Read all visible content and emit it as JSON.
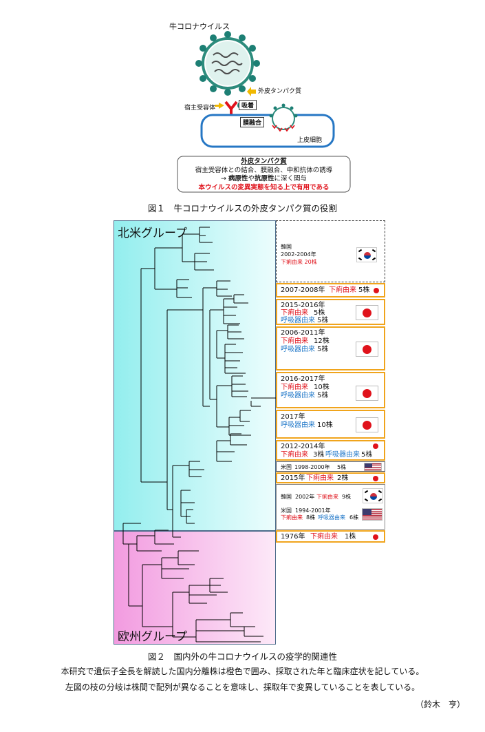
{
  "figure1": {
    "virus_title": "牛コロナウイルス",
    "spike_label": "外皮タンパク質",
    "receptor_label": "宿主受容体",
    "attach_label": "吸着",
    "fusion_label": "膜融合",
    "cell_label": "上皮細胞",
    "info_title": "外皮タンパク質",
    "info_line1": "宿主受容体との結合、膜融合、中和抗体の誘導",
    "info_line2_arrow": "→",
    "info_line2_bold1": "病原性",
    "info_line2_mid": "や",
    "info_line2_bold2": "抗原性",
    "info_line2_end": "に深く関与",
    "info_line3": "本ウイルスの変異実態を知る上で有用である",
    "caption": "図１　牛コロナウイルスの外皮タンパク質の役割"
  },
  "figure2": {
    "north_america_label": "北米グループ",
    "europe_label": "欧州グループ",
    "korea_top": {
      "country": "韓国",
      "years": "2002-2004年",
      "source": "下痢由来 20株",
      "flag": "korea-flag"
    },
    "boxes": [
      {
        "years": "2007-2008年",
        "d_label": "下痢由来",
        "d_count": "5株"
      },
      {
        "years": "2015-2016年",
        "d_label": "下痢由来",
        "d_count": "5株",
        "r_label": "呼吸器由来",
        "r_count": "5株"
      },
      {
        "years": "2006-2011年",
        "d_label": "下痢由来",
        "d_count": "12株",
        "r_label": "呼吸器由来",
        "r_count": "5株"
      },
      {
        "years": "2016-2017年",
        "d_label": "下痢由来",
        "d_count": "10株",
        "r_label": "呼吸器由来",
        "r_count": "5株"
      },
      {
        "years": "2017年",
        "r_label": "呼吸器由来",
        "r_count": "10株"
      },
      {
        "years": "2012-2014年",
        "d_label": "下痢由来",
        "d_count": "3株",
        "r_label": "呼吸器由来",
        "r_count": "5株"
      },
      {
        "years": "2015年",
        "d_label": "下痢由来",
        "d_count": "2株"
      },
      {
        "years": "1976年",
        "d_label": "下痢由来",
        "d_count": "1株"
      }
    ],
    "us_1998": {
      "country": "米国",
      "years": "1998-2000年",
      "count": "5株"
    },
    "mixed": {
      "korea_country": "韓国",
      "korea_years": "2002年",
      "korea_source": "下痢由来",
      "korea_count": "9株",
      "us_country": "米国",
      "us_years": "1994-2001年",
      "us_d_label": "下痢由来",
      "us_d_count": "8株",
      "us_r_label": "呼吸器由来",
      "us_r_count": "6株"
    },
    "caption": "図２　国内外の牛コロナウイルスの疫学的関連性",
    "note1": "本研究で遺伝子全長を解読した国内分離株は橙色で囲み、採取された年と臨床症状を記している。",
    "note2": "左図の枝の分岐は株間で配列が異なることを意味し、採取年で変異していることを表している。",
    "author": "（鈴木　亨）"
  },
  "colors": {
    "north_america_bg": "#a6f0f0",
    "europe_bg": "#f4a8e2",
    "highlight_border": "#f0a41c",
    "diarrhea_text": "#e0121b",
    "respiratory_text": "#1f77c8",
    "cell_membrane": "#2677c4",
    "virus_spike": "#1d8b7a",
    "receptor": "#e0121b"
  }
}
